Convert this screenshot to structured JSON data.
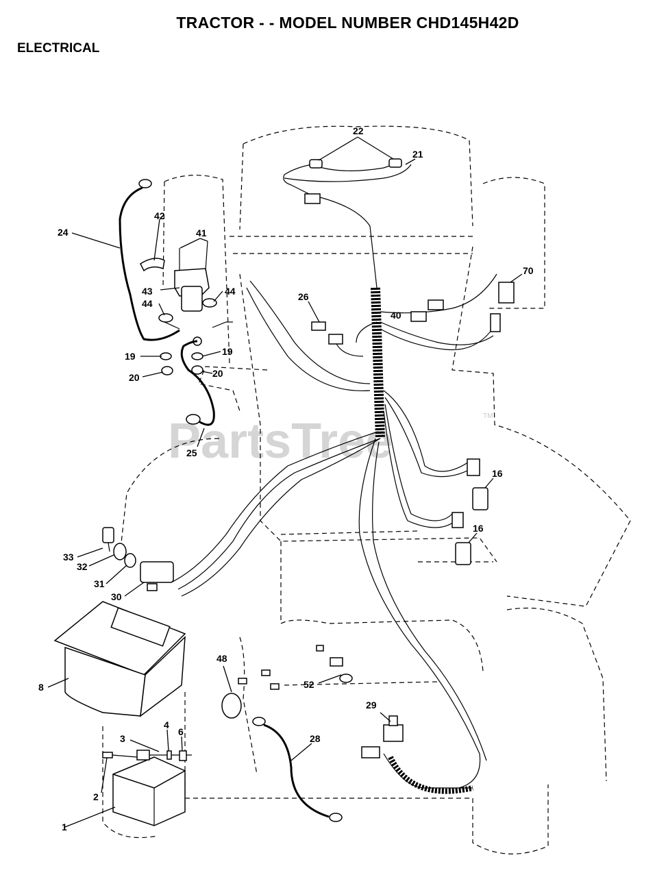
{
  "header": {
    "title": "TRACTOR - - MODEL NUMBER CHD145H42D",
    "section": "ELECTRICAL"
  },
  "watermark": {
    "text": "PartsTree",
    "trademark": "TM"
  },
  "callouts": {
    "c1": "1",
    "c2": "2",
    "c3": "3",
    "c4": "4",
    "c6": "6",
    "c8": "8",
    "c16a": "16",
    "c16b": "16",
    "c19a": "19",
    "c19b": "19",
    "c20a": "20",
    "c20b": "20",
    "c21": "21",
    "c22": "22",
    "c24": "24",
    "c25": "25",
    "c26": "26",
    "c28": "28",
    "c29": "29",
    "c30": "30",
    "c31": "31",
    "c32": "32",
    "c33": "33",
    "c40": "40",
    "c41": "41",
    "c42": "42",
    "c43": "43",
    "c44a": "44",
    "c44b": "44",
    "c48": "48",
    "c52": "52",
    "c70": "70"
  }
}
